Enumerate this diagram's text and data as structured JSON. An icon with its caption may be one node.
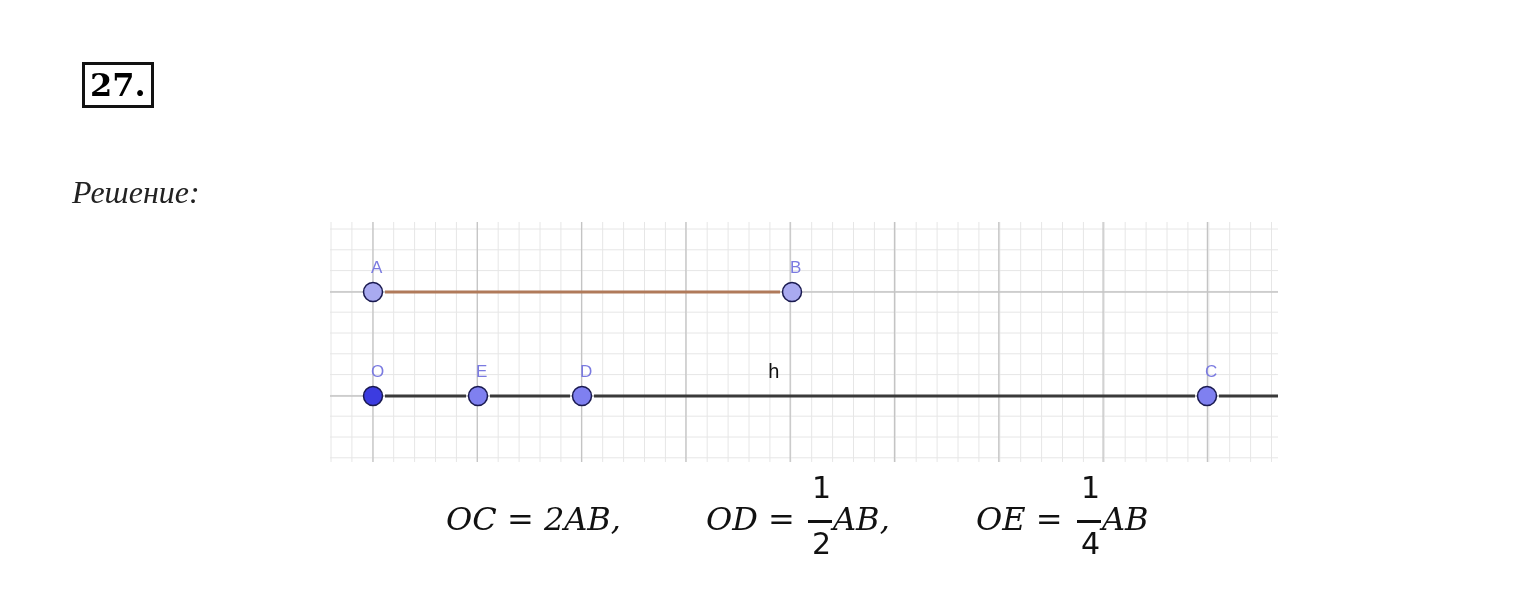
{
  "diagram": {
    "nodes": [
      {
        "text": [
          "A"
        ]
      },
      {
        "text": [
          "B"
        ]
      },
      {
        "text": [
          "O"
        ]
      },
      {
        "text": [
          "E"
        ]
      },
      {
        "text": [
          "D"
        ]
      },
      {
        "text": [
          "C"
        ]
      }
    ],
    "edges": [
      {
        "from": 0,
        "to": 1,
        "arrow": "none",
        "color": "#b07a5a"
      },
      {
        "from": 2,
        "to": 3,
        "arrow": "none"
      },
      {
        "from": 3,
        "to": 4,
        "arrow": "none"
      },
      {
        "from": 4,
        "to": 5,
        "arrow": "none",
        "label": "h"
      },
      {
        "from": 5,
        "to": null,
        "arrow": "none"
      }
    ],
    "labels": [
      "27.",
      "Решение:",
      "OC = 2AB,",
      "OD =",
      "1",
      "2",
      "AB,",
      "OE =",
      "1",
      "4",
      "AB"
    ]
  }
}
